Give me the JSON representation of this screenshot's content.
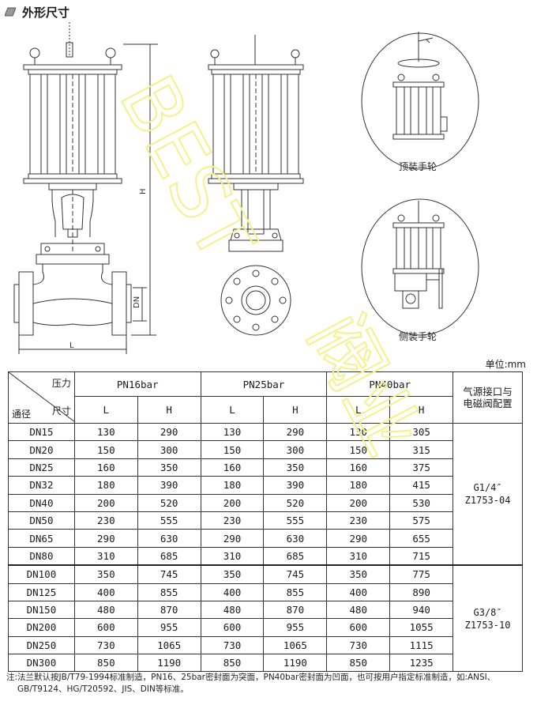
{
  "section_title": "外形尺寸",
  "labels": {
    "top_handwheel": "顶装手轮",
    "side_handwheel": "侧装手轮",
    "dim_H": "H",
    "dim_L": "L",
    "dim_DN": "DN"
  },
  "unit": "单位:mm",
  "table": {
    "corner_pressure": "压力",
    "corner_size": "尺寸",
    "corner_bore": "通径",
    "pressure_groups": [
      "PN16bar",
      "PN25bar",
      "PN40bar"
    ],
    "sub_headers": [
      "L",
      "H",
      "L",
      "H",
      "L",
      "H"
    ],
    "config_header_line1": "气源接口与",
    "config_header_line2": "电磁阀配置",
    "rows": [
      [
        "DN15",
        "130",
        "290",
        "130",
        "290",
        "130",
        "305"
      ],
      [
        "DN20",
        "150",
        "300",
        "150",
        "300",
        "150",
        "315"
      ],
      [
        "DN25",
        "160",
        "350",
        "160",
        "350",
        "160",
        "375"
      ],
      [
        "DN32",
        "180",
        "390",
        "180",
        "390",
        "180",
        "415"
      ],
      [
        "DN40",
        "200",
        "520",
        "200",
        "520",
        "200",
        "530"
      ],
      [
        "DN50",
        "230",
        "555",
        "230",
        "555",
        "230",
        "575"
      ],
      [
        "DN65",
        "290",
        "630",
        "290",
        "630",
        "290",
        "655"
      ],
      [
        "DN80",
        "310",
        "685",
        "310",
        "685",
        "310",
        "715"
      ],
      [
        "DN100",
        "350",
        "745",
        "350",
        "745",
        "350",
        "775"
      ],
      [
        "DN125",
        "400",
        "855",
        "400",
        "855",
        "400",
        "890"
      ],
      [
        "DN150",
        "480",
        "870",
        "480",
        "870",
        "480",
        "940"
      ],
      [
        "DN200",
        "600",
        "955",
        "600",
        "955",
        "600",
        "1055"
      ],
      [
        "DN250",
        "730",
        "1065",
        "730",
        "1065",
        "730",
        "1115"
      ],
      [
        "DN300",
        "850",
        "1190",
        "850",
        "1190",
        "850",
        "1235"
      ]
    ],
    "config_groups": [
      {
        "line1": "G1/4″",
        "line2": "Z1753-04"
      },
      {
        "line1": "G3/8″",
        "line2": "Z1753-10"
      }
    ]
  },
  "note_line1": "注:法兰默认按JB/T79-1994标准制造，PN16、25bar密封面为突面，PN40bar密封面为凹面，也可按用户指定标准制造，如:ANSI、",
  "note_line2": "GB/T9124、HG/T20592、JIS、DIN等标准。",
  "watermark": {
    "latin": "BEST",
    "cjk": "阀业",
    "color": "#f5f08a"
  }
}
